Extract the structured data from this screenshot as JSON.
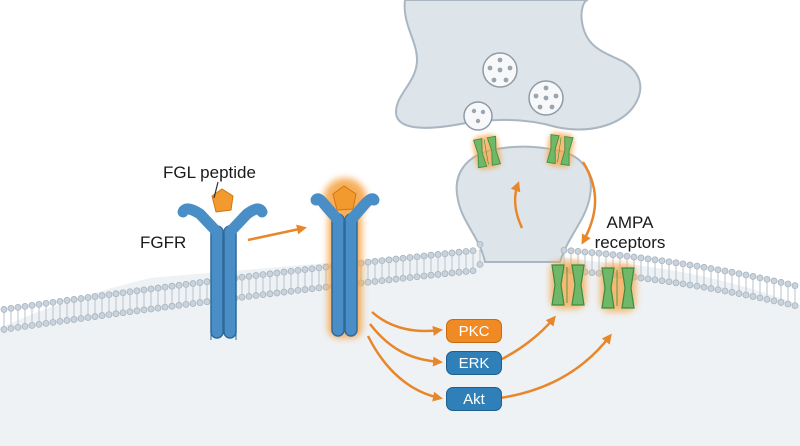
{
  "labels": {
    "ligand": "FGL peptide",
    "receptor": "FGFR",
    "ampa": "AMPA receptors"
  },
  "kinases": [
    {
      "label": "PKC",
      "color": "#f08a24"
    },
    {
      "label": "ERK",
      "color": "#2f7fb8"
    },
    {
      "label": "Akt",
      "color": "#2f7fb8"
    }
  ],
  "colors": {
    "receptor_blue": "#4a8ec7",
    "ligand_orange": "#f29a2e",
    "glow": "#f6a64a",
    "ampa_green": "#6fb86a",
    "neuron_gray": "#dde4ea",
    "arrow": "#e8862a",
    "membrane_head": "#c9d3dc"
  }
}
